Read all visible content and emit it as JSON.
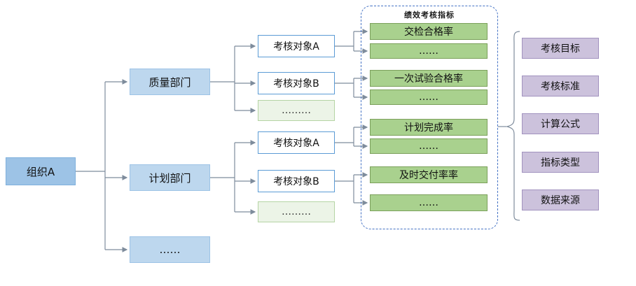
{
  "diagram": {
    "root": {
      "label": "组织A"
    },
    "departments": [
      {
        "label": "质量部门"
      },
      {
        "label": "计划部门"
      },
      {
        "label": "……"
      }
    ],
    "assess_objects": [
      {
        "label": "考核对象A"
      },
      {
        "label": "考核对象B"
      },
      {
        "label": "………"
      },
      {
        "label": "考核对象A"
      },
      {
        "label": "考核对象B"
      },
      {
        "label": "………"
      }
    ],
    "indicator_group": {
      "title": "绩效考核指标",
      "indicators": [
        {
          "label": "交检合格率"
        },
        {
          "label": "……"
        },
        {
          "label": "一次试验合格率"
        },
        {
          "label": "……"
        },
        {
          "label": "计划完成率"
        },
        {
          "label": "……"
        },
        {
          "label": "及时交付率率"
        },
        {
          "label": "……"
        }
      ]
    },
    "attributes": [
      {
        "label": "考核目标"
      },
      {
        "label": "考核标准"
      },
      {
        "label": "计算公式"
      },
      {
        "label": "指标类型"
      },
      {
        "label": "数据来源"
      }
    ],
    "colors": {
      "root_fill": "#9DC3E6",
      "department_fill": "#BDD7EE",
      "object_border": "#5B9BD5",
      "pale_green_fill": "#ECF4E7",
      "indicator_fill": "#A9D18E",
      "attribute_fill": "#CCC2DC",
      "group_dashed_border": "#4472C4",
      "connector": "#7E8C9C"
    }
  }
}
